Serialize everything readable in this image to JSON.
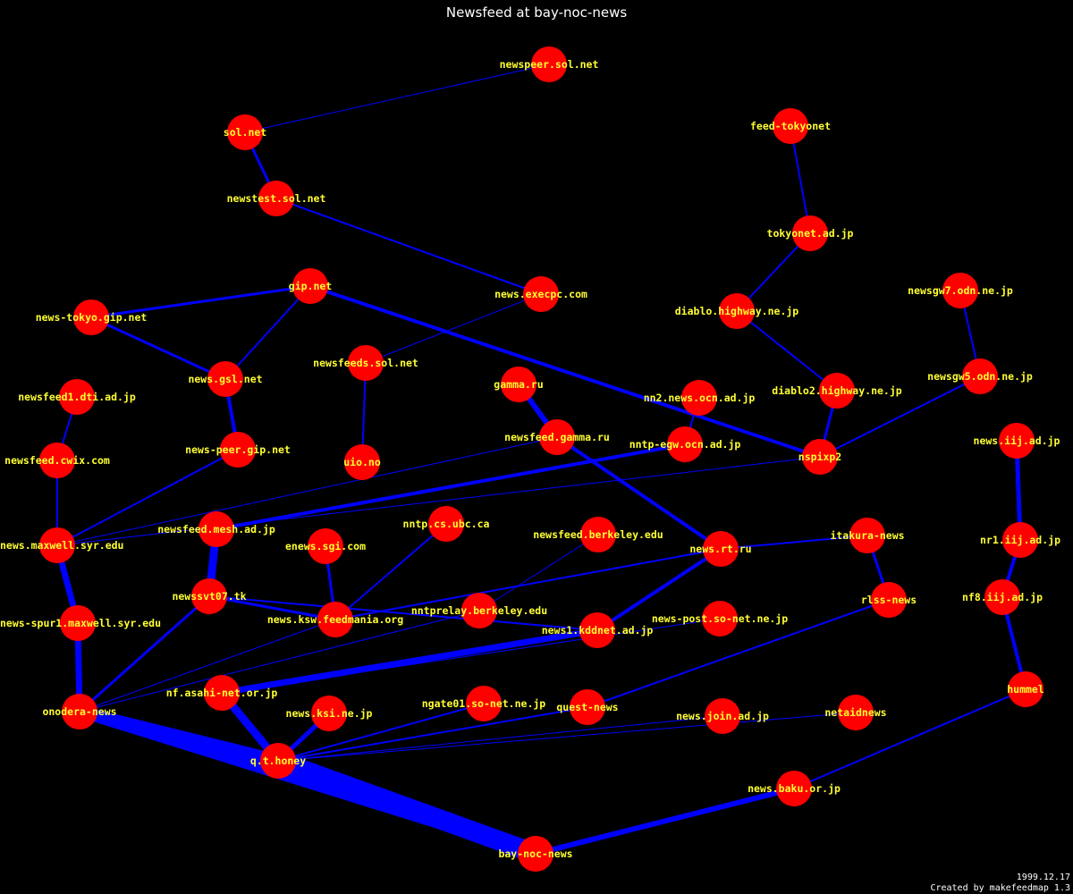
{
  "title": "Newsfeed at bay-noc-news",
  "footer": {
    "date": "1999.12.17",
    "credit": "Created by makefeedmap 1.3"
  },
  "colors": {
    "background": "#000000",
    "node": "#ff0000",
    "edge": "#0000ff",
    "label": "#ffff33",
    "text": "#ffffff"
  },
  "nodes": [
    {
      "id": "newspeer.sol.net",
      "label": "newspeer.sol.net"
    },
    {
      "id": "sol.net",
      "label": "sol.net"
    },
    {
      "id": "newstest.sol.net",
      "label": "newstest.sol.net"
    },
    {
      "id": "feed-tokyonet",
      "label": "feed-tokyonet"
    },
    {
      "id": "tokyonet.ad.jp",
      "label": "tokyonet.ad.jp"
    },
    {
      "id": "gip.net",
      "label": "gip.net"
    },
    {
      "id": "news.execpc.com",
      "label": "news.execpc.com"
    },
    {
      "id": "newsgw7.odn.ne.jp",
      "label": "newsgw7.odn.ne.jp"
    },
    {
      "id": "news-tokyo.gip.net",
      "label": "news-tokyo.gip.net"
    },
    {
      "id": "diablo.highway.ne.jp",
      "label": "diablo.highway.ne.jp"
    },
    {
      "id": "newsfeeds.sol.net",
      "label": "newsfeeds.sol.net"
    },
    {
      "id": "news.gsl.net",
      "label": "news.gsl.net"
    },
    {
      "id": "gamma.ru",
      "label": "gamma.ru"
    },
    {
      "id": "newsgw5.odn.ne.jp",
      "label": "newsgw5.odn.ne.jp"
    },
    {
      "id": "diablo2.highway.ne.jp",
      "label": "diablo2.highway.ne.jp"
    },
    {
      "id": "newsfeed1.dti.ad.jp",
      "label": "newsfeed1.dti.ad.jp"
    },
    {
      "id": "nn2.news.ocn.ad.jp",
      "label": "nn2.news.ocn.ad.jp"
    },
    {
      "id": "newsfeed.gamma.ru",
      "label": "newsfeed.gamma.ru"
    },
    {
      "id": "news.iij.ad.jp",
      "label": "news.iij.ad.jp"
    },
    {
      "id": "news-peer.gip.net",
      "label": "news-peer.gip.net"
    },
    {
      "id": "nntp-egw.ocn.ad.jp",
      "label": "nntp-egw.ocn.ad.jp"
    },
    {
      "id": "nspixp2",
      "label": "nspixp2"
    },
    {
      "id": "newsfeed.cwix.com",
      "label": "newsfeed.cwix.com"
    },
    {
      "id": "uio.no",
      "label": "uio.no"
    },
    {
      "id": "nntp.cs.ubc.ca",
      "label": "nntp.cs.ubc.ca"
    },
    {
      "id": "newsfeed.mesh.ad.jp",
      "label": "newsfeed.mesh.ad.jp"
    },
    {
      "id": "newsfeed.berkeley.edu",
      "label": "newsfeed.berkeley.edu"
    },
    {
      "id": "itakura-news",
      "label": "itakura-news"
    },
    {
      "id": "news.maxwell.syr.edu",
      "label": "news.maxwell.syr.edu"
    },
    {
      "id": "enews.sgi.com",
      "label": "enews.sgi.com"
    },
    {
      "id": "news.rt.ru",
      "label": "news.rt.ru"
    },
    {
      "id": "nr1.iij.ad.jp",
      "label": "nr1.iij.ad.jp"
    },
    {
      "id": "newssvt07.tk",
      "label": "newssvt07.tk"
    },
    {
      "id": "rlss-news",
      "label": "rlss-news"
    },
    {
      "id": "nf8.iij.ad.jp",
      "label": "nf8.iij.ad.jp"
    },
    {
      "id": "nntprelay.berkeley.edu",
      "label": "nntprelay.berkeley.edu"
    },
    {
      "id": "news.ksw.feedmania.org",
      "label": "news.ksw.feedmania.org"
    },
    {
      "id": "news-post.so-net.ne.jp",
      "label": "news-post.so-net.ne.jp"
    },
    {
      "id": "news-spur1.maxwell.syr.edu",
      "label": "news-spur1.maxwell.syr.edu"
    },
    {
      "id": "news1.kddnet.ad.jp",
      "label": "news1.kddnet.ad.jp"
    },
    {
      "id": "nf.asahi-net.or.jp",
      "label": "nf.asahi-net.or.jp"
    },
    {
      "id": "hummel",
      "label": "hummel"
    },
    {
      "id": "ngate01.so-net.ne.jp",
      "label": "ngate01.so-net.ne.jp"
    },
    {
      "id": "quest-news",
      "label": "quest-news"
    },
    {
      "id": "onodera-news",
      "label": "onodera-news"
    },
    {
      "id": "news.ksi.ne.jp",
      "label": "news.ksi.ne.jp"
    },
    {
      "id": "news.join.ad.jp",
      "label": "news.join.ad.jp"
    },
    {
      "id": "netaidnews",
      "label": "netaidnews"
    },
    {
      "id": "q.t.honey",
      "label": "q.t.honey"
    },
    {
      "id": "news.baku.or.jp",
      "label": "news.baku.or.jp"
    },
    {
      "id": "bay-noc-news",
      "label": "bay-noc-news"
    }
  ],
  "edges": [
    {
      "from": "newspeer.sol.net",
      "to": "sol.net",
      "weight": 1
    },
    {
      "from": "sol.net",
      "to": "newstest.sol.net",
      "weight": 3
    },
    {
      "from": "newstest.sol.net",
      "to": "news.execpc.com",
      "weight": 2
    },
    {
      "from": "news.execpc.com",
      "to": "newsfeeds.sol.net",
      "weight": 1
    },
    {
      "from": "newsfeeds.sol.net",
      "to": "uio.no",
      "weight": 2
    },
    {
      "from": "feed-tokyonet",
      "to": "tokyonet.ad.jp",
      "weight": 2
    },
    {
      "from": "tokyonet.ad.jp",
      "to": "diablo.highway.ne.jp",
      "weight": 2
    },
    {
      "from": "diablo.highway.ne.jp",
      "to": "diablo2.highway.ne.jp",
      "weight": 2
    },
    {
      "from": "diablo2.highway.ne.jp",
      "to": "nspixp2",
      "weight": 3
    },
    {
      "from": "newsgw7.odn.ne.jp",
      "to": "newsgw5.odn.ne.jp",
      "weight": 2
    },
    {
      "from": "newsgw5.odn.ne.jp",
      "to": "nspixp2",
      "weight": 2
    },
    {
      "from": "gip.net",
      "to": "news-tokyo.gip.net",
      "weight": 3
    },
    {
      "from": "gip.net",
      "to": "news.gsl.net",
      "weight": 2
    },
    {
      "from": "gip.net",
      "to": "nspixp2",
      "weight": 4
    },
    {
      "from": "news-tokyo.gip.net",
      "to": "news.gsl.net",
      "weight": 3
    },
    {
      "from": "news.gsl.net",
      "to": "news-peer.gip.net",
      "weight": 4
    },
    {
      "from": "news-peer.gip.net",
      "to": "news.maxwell.syr.edu",
      "weight": 2
    },
    {
      "from": "newsfeed1.dti.ad.jp",
      "to": "newsfeed.cwix.com",
      "weight": 2
    },
    {
      "from": "newsfeed.cwix.com",
      "to": "news.maxwell.syr.edu",
      "weight": 2
    },
    {
      "from": "news.maxwell.syr.edu",
      "to": "news-spur1.maxwell.syr.edu",
      "weight": 7
    },
    {
      "from": "news-spur1.maxwell.syr.edu",
      "to": "onodera-news",
      "weight": 7
    },
    {
      "from": "newsfeed.gamma.ru",
      "to": "news.maxwell.syr.edu",
      "weight": 1
    },
    {
      "from": "nspixp2",
      "to": "news.maxwell.syr.edu",
      "weight": 1
    },
    {
      "from": "gamma.ru",
      "to": "newsfeed.gamma.ru",
      "weight": 6
    },
    {
      "from": "newsfeed.gamma.ru",
      "to": "news.rt.ru",
      "weight": 4
    },
    {
      "from": "nn2.news.ocn.ad.jp",
      "to": "nntp-egw.ocn.ad.jp",
      "weight": 2
    },
    {
      "from": "nntp-egw.ocn.ad.jp",
      "to": "newsfeed.mesh.ad.jp",
      "weight": 4
    },
    {
      "from": "newsfeed.mesh.ad.jp",
      "to": "newssvt07.tk",
      "weight": 9
    },
    {
      "from": "newssvt07.tk",
      "to": "news.ksw.feedmania.org",
      "weight": 3
    },
    {
      "from": "newssvt07.tk",
      "to": "news1.kddnet.ad.jp",
      "weight": 2
    },
    {
      "from": "newssvt07.tk",
      "to": "onodera-news",
      "weight": 3
    },
    {
      "from": "nntp.cs.ubc.ca",
      "to": "news.ksw.feedmania.org",
      "weight": 2
    },
    {
      "from": "enews.sgi.com",
      "to": "news.ksw.feedmania.org",
      "weight": 3
    },
    {
      "from": "news.ksw.feedmania.org",
      "to": "news.rt.ru",
      "weight": 2
    },
    {
      "from": "news.ksw.feedmania.org",
      "to": "onodera-news",
      "weight": 1
    },
    {
      "from": "newsfeed.berkeley.edu",
      "to": "nntprelay.berkeley.edu",
      "weight": 1
    },
    {
      "from": "nntprelay.berkeley.edu",
      "to": "onodera-news",
      "weight": 1
    },
    {
      "from": "news.rt.ru",
      "to": "itakura-news",
      "weight": 2
    },
    {
      "from": "news.rt.ru",
      "to": "news1.kddnet.ad.jp",
      "weight": 4
    },
    {
      "from": "itakura-news",
      "to": "rlss-news",
      "weight": 3
    },
    {
      "from": "rlss-news",
      "to": "quest-news",
      "weight": 2
    },
    {
      "from": "news1.kddnet.ad.jp",
      "to": "nf.asahi-net.or.jp",
      "weight": 7
    },
    {
      "from": "news-post.so-net.ne.jp",
      "to": "nf.asahi-net.or.jp",
      "weight": 1
    },
    {
      "from": "news.iij.ad.jp",
      "to": "nr1.iij.ad.jp",
      "weight": 5
    },
    {
      "from": "nr1.iij.ad.jp",
      "to": "nf8.iij.ad.jp",
      "weight": 4
    },
    {
      "from": "nf8.iij.ad.jp",
      "to": "hummel",
      "weight": 4
    },
    {
      "from": "hummel",
      "to": "news.baku.or.jp",
      "weight": 2
    },
    {
      "from": "news.baku.or.jp",
      "to": "bay-noc-news",
      "weight": 6
    },
    {
      "from": "nf.asahi-net.or.jp",
      "to": "q.t.honey",
      "weight": 9
    },
    {
      "from": "news.ksi.ne.jp",
      "to": "q.t.honey",
      "weight": 5
    },
    {
      "from": "ngate01.so-net.ne.jp",
      "to": "q.t.honey",
      "weight": 2
    },
    {
      "from": "quest-news",
      "to": "q.t.honey",
      "weight": 2
    },
    {
      "from": "news.join.ad.jp",
      "to": "q.t.honey",
      "weight": 1
    },
    {
      "from": "netaidnews",
      "to": "q.t.honey",
      "weight": 1
    },
    {
      "from": "onodera-news",
      "to": "q.t.honey",
      "weight": 14
    },
    {
      "from": "onodera-news",
      "to": "bay-noc-news",
      "weight": 12
    },
    {
      "from": "q.t.honey",
      "to": "bay-noc-news",
      "weight": 22
    }
  ]
}
